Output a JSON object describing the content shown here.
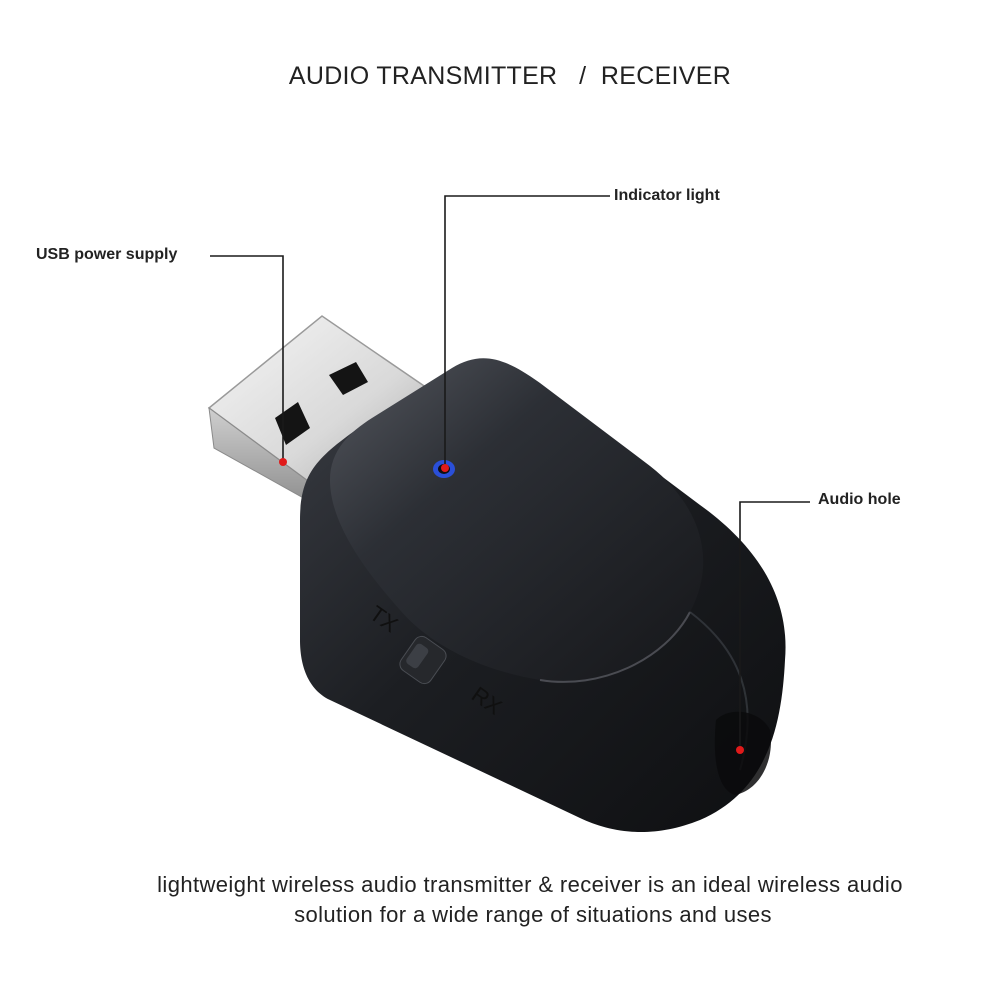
{
  "header": {
    "title": "AUDIO TRANSMITTER   /  RECEIVER"
  },
  "callouts": {
    "usb": "USB power supply",
    "indicator": "Indicator light",
    "audio": "Audio hole"
  },
  "switch": {
    "tx": "TX",
    "rx": "RX"
  },
  "caption": {
    "line1": "lightweight wireless audio transmitter & receiver is an ideal wireless audio",
    "line2": "solution for a wide range of situations and uses"
  },
  "colors": {
    "marker": "#e01a1a",
    "indicator_led": "#2a4fd8",
    "body": "#1c1d20",
    "usb_metal": "#e8e8e8"
  }
}
